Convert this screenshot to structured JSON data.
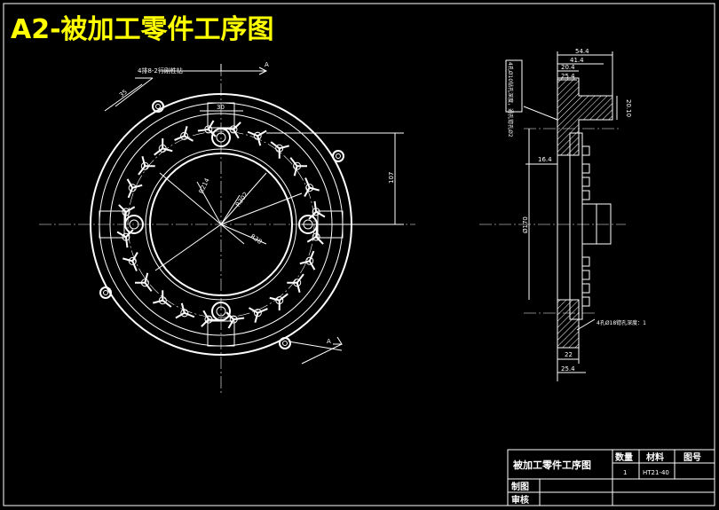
{
  "drawing_title": "A2-被加工零件工序图",
  "front_view": {
    "dims": {
      "d1": "35",
      "d2": "30",
      "d3": "107",
      "r1": "R214",
      "r2": "R302",
      "r3": "R38"
    },
    "note_top_left": "4排8-2行刚性钻",
    "section_mark_top": "A",
    "section_mark_bottom": "A"
  },
  "side_view": {
    "dims": {
      "d1": "54.4",
      "d2": "41.4",
      "d3": "20.4",
      "d4": "25.4",
      "d5": "20.10",
      "d6": "16.4",
      "d7": "Ø170",
      "d8": "22",
      "d9": "25.4"
    },
    "note_top": "4孔Ø10钻孔深度，通孔锪孔Ø2",
    "note_bottom": "4孔Ø18锪孔深度：1"
  },
  "title_block": {
    "name": "被加工零件工序图",
    "col_qty": "数量",
    "col_material": "材料",
    "col_drawing_no": "图号",
    "qty": "1",
    "material": "HT21-40",
    "row_drawn": "制图",
    "row_checked": "审核"
  }
}
